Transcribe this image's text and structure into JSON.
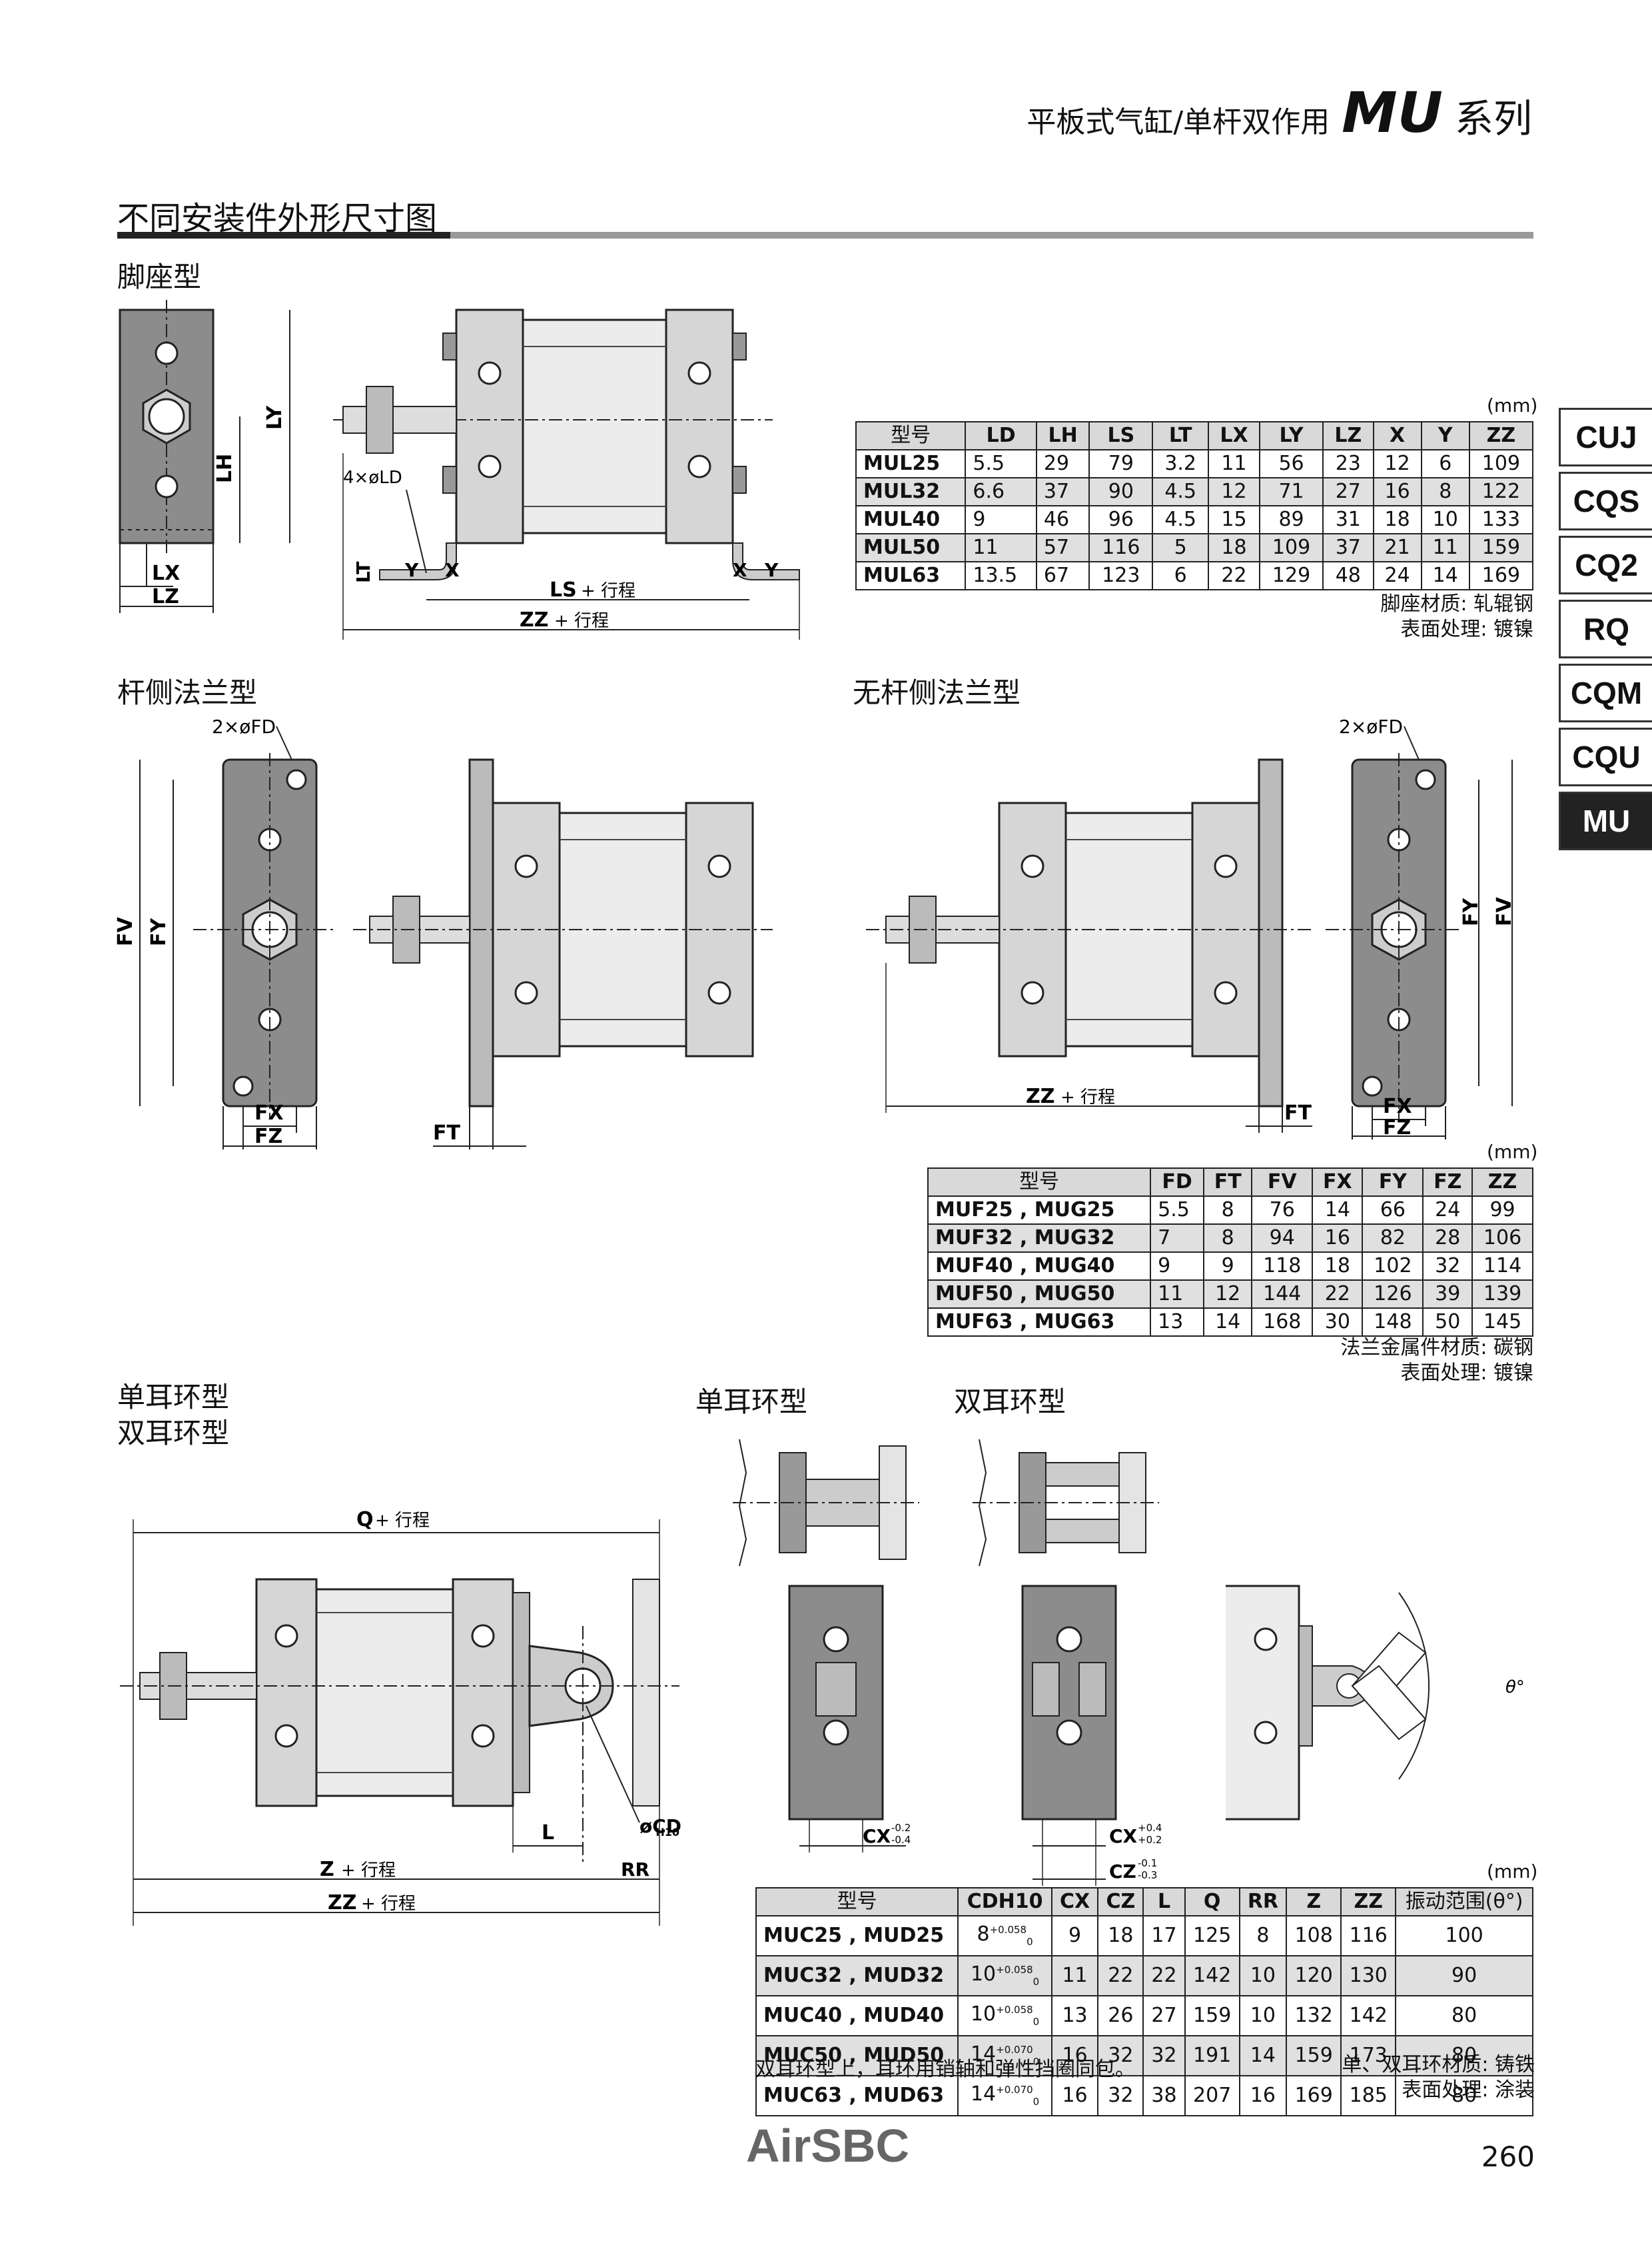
{
  "header": {
    "title": "平板式气缸/单杆双作用",
    "series_name": "MU",
    "series_suffix": "系列"
  },
  "section": {
    "title": "不同安装件外形尺寸图"
  },
  "sidebar": {
    "tabs": [
      "CUJ",
      "CQS",
      "CQ2",
      "RQ",
      "CQM",
      "CQU",
      "MU"
    ],
    "active": "MU"
  },
  "foot_mount": {
    "title": "脚座型",
    "labels": {
      "LY": "LY",
      "LH": "LH",
      "LX": "LX",
      "LZ": "LZ",
      "LD": "4×øLD",
      "LT": "LT",
      "Y": "Y",
      "X": "X",
      "LS": "LS",
      "ZZ": "ZZ",
      "stroke": "+ 行程"
    },
    "unit": "(mm)",
    "columns": [
      "型号",
      "LD",
      "LH",
      "LS",
      "LT",
      "LX",
      "LY",
      "LZ",
      "X",
      "Y",
      "ZZ"
    ],
    "rows": [
      [
        "MUL25",
        "5.5",
        "29",
        "79",
        "3.2",
        "11",
        "56",
        "23",
        "12",
        "6",
        "109"
      ],
      [
        "MUL32",
        "6.6",
        "37",
        "90",
        "4.5",
        "12",
        "71",
        "27",
        "16",
        "8",
        "122"
      ],
      [
        "MUL40",
        "9",
        "46",
        "96",
        "4.5",
        "15",
        "89",
        "31",
        "18",
        "10",
        "133"
      ],
      [
        "MUL50",
        "11",
        "57",
        "116",
        "5",
        "18",
        "109",
        "37",
        "21",
        "11",
        "159"
      ],
      [
        "MUL63",
        "13.5",
        "67",
        "123",
        "6",
        "22",
        "129",
        "48",
        "24",
        "14",
        "169"
      ]
    ],
    "notes": [
      "脚座材质: 轧辊钢",
      "表面处理: 镀镍"
    ]
  },
  "rod_flange": {
    "title": "杆侧法兰型",
    "labels": {
      "FD": "2×øFD",
      "FV": "FV",
      "FY": "FY",
      "FX": "FX",
      "FZ": "FZ",
      "FT": "FT"
    }
  },
  "head_flange": {
    "title": "无杆侧法兰型",
    "labels": {
      "FD": "2×øFD",
      "FV": "FV",
      "FY": "FY",
      "FX": "FX",
      "FZ": "FZ",
      "FT": "FT",
      "ZZ": "ZZ",
      "stroke": "+ 行程"
    }
  },
  "flange_table": {
    "unit": "(mm)",
    "columns": [
      "型号",
      "FD",
      "FT",
      "FV",
      "FX",
      "FY",
      "FZ",
      "ZZ"
    ],
    "rows": [
      [
        "MUF25 , MUG25",
        "5.5",
        "8",
        "76",
        "14",
        "66",
        "24",
        "99"
      ],
      [
        "MUF32 , MUG32",
        "7",
        "8",
        "94",
        "16",
        "82",
        "28",
        "106"
      ],
      [
        "MUF40 , MUG40",
        "9",
        "9",
        "118",
        "18",
        "102",
        "32",
        "114"
      ],
      [
        "MUF50 , MUG50",
        "11",
        "12",
        "144",
        "22",
        "126",
        "39",
        "139"
      ],
      [
        "MUF63 , MUG63",
        "13",
        "14",
        "168",
        "30",
        "148",
        "50",
        "145"
      ]
    ],
    "notes": [
      "法兰金属件材质: 碳钢",
      "表面处理: 镀镍"
    ]
  },
  "clevis": {
    "title_single": "单耳环型",
    "title_double": "双耳环型",
    "labels": {
      "Q": "Q",
      "L": "L",
      "Z": "Z",
      "ZZ": "ZZ",
      "RR": "RR",
      "stroke": "+ 行程",
      "CD": "øCD",
      "CD_sub": "H10",
      "CX_single": "CX",
      "CX_single_tol_up": "-0.2",
      "CX_single_tol_dn": "-0.4",
      "CX_double": "CX",
      "CX_double_tol_up": "+0.4",
      "CX_double_tol_dn": "+0.2",
      "CZ": "CZ",
      "CZ_tol_up": "-0.1",
      "CZ_tol_dn": "-0.3",
      "theta": "θ°"
    },
    "unit": "(mm)",
    "columns": [
      "型号",
      "CDH10",
      "CX",
      "CZ",
      "L",
      "Q",
      "RR",
      "Z",
      "ZZ",
      "振动范围(θ°)"
    ],
    "rows": [
      [
        "MUC25 , MUD25",
        "8",
        "+0.058",
        "0",
        "9",
        "18",
        "17",
        "125",
        "8",
        "108",
        "116",
        "100"
      ],
      [
        "MUC32 , MUD32",
        "10",
        "+0.058",
        "0",
        "11",
        "22",
        "22",
        "142",
        "10",
        "120",
        "130",
        "90"
      ],
      [
        "MUC40 , MUD40",
        "10",
        "+0.058",
        "0",
        "13",
        "26",
        "27",
        "159",
        "10",
        "132",
        "142",
        "80"
      ],
      [
        "MUC50 , MUD50",
        "14",
        "+0.070",
        "0",
        "16",
        "32",
        "32",
        "191",
        "14",
        "159",
        "173",
        "80"
      ],
      [
        "MUC63 , MUD63",
        "14",
        "+0.070",
        "0",
        "16",
        "32",
        "38",
        "207",
        "16",
        "169",
        "185",
        "80"
      ]
    ],
    "note_left": "双耳环型上，耳环用销轴和弹性挡圈同包。",
    "notes_right": [
      "单、双耳环材质: 铸铁",
      "表面处理: 涂装"
    ]
  },
  "footer": {
    "logo": "AirSBC",
    "page_number": "260"
  }
}
